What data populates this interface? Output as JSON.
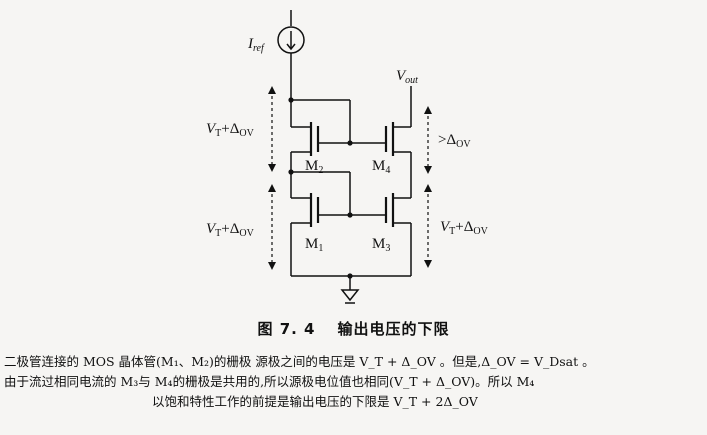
{
  "figure": {
    "labels": {
      "iref": "I",
      "iref_sub": "ref",
      "vout": "V",
      "vout_sub": "out",
      "m1": "M",
      "m1_sub": "1",
      "m2": "M",
      "m2_sub": "2",
      "m3": "M",
      "m3_sub": "3",
      "m4": "M",
      "m4_sub": "4",
      "left_top": "V",
      "left_top_sub": "T",
      "left_top_rest": "+Δ",
      "left_top_rest_sub": "OV",
      "left_bot": "V",
      "left_bot_sub": "T",
      "left_bot_rest": "+Δ",
      "left_bot_rest_sub": "OV",
      "right_top": ">Δ",
      "right_top_sub": "OV",
      "right_bot": "V",
      "right_bot_sub": "T",
      "right_bot_rest": "+Δ",
      "right_bot_rest_sub": "OV"
    }
  },
  "caption": {
    "number": "图 7. 4",
    "title": "输出电压的下限"
  },
  "description": {
    "line1": "二极管连接的 MOS 晶体管(M₁、M₂)的栅极 源极之间的电压是 V_T + Δ_OV 。但是,Δ_OV = V_Dsat 。",
    "line2": "由于流过相同电流的 M₃与 M₄的栅极是共用的,所以源极电位值也相同(V_T + Δ_OV)。所以 M₄",
    "line3": "以饱和特性工作的前提是输出电压的下限是 V_T + 2Δ_OV"
  }
}
